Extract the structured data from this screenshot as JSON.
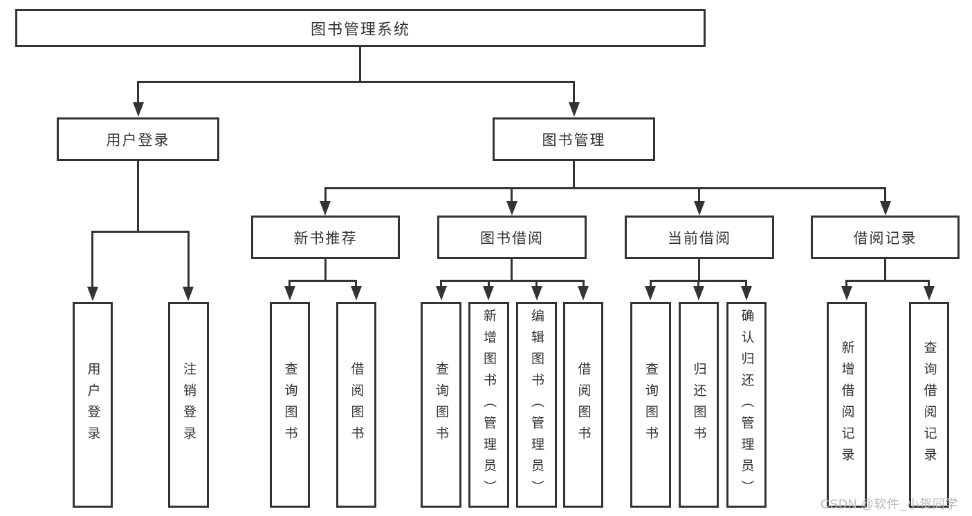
{
  "colors": {
    "line": "#333333",
    "text": "#333333",
    "watermark": "#b9b9b9",
    "background": "#ffffff"
  },
  "nodes": {
    "root": "图书管理系统",
    "user_login": "用户登录",
    "book_mgmt": "图书管理",
    "new_books": "新书推荐",
    "book_borrow": "图书借阅",
    "current_borrow": "当前借阅",
    "borrow_records": "借阅记录",
    "leaf_user_login": "用户登录",
    "leaf_logout": "注销登录",
    "leaf_nb_query": "查询图书",
    "leaf_nb_borrow": "借阅图书",
    "leaf_bb_query": "查询图书",
    "leaf_bb_add": "新增图书（管理员）",
    "leaf_bb_edit": "编辑图书（管理员）",
    "leaf_bb_borrow": "借阅图书",
    "leaf_cb_query": "查询图书",
    "leaf_cb_return": "归还图书",
    "leaf_cb_confirm": "确认归还（管理员）",
    "leaf_br_add": "新增借阅记录",
    "leaf_br_query": "查询借阅记录"
  },
  "watermark": "CSDN @软件_小贺同学"
}
